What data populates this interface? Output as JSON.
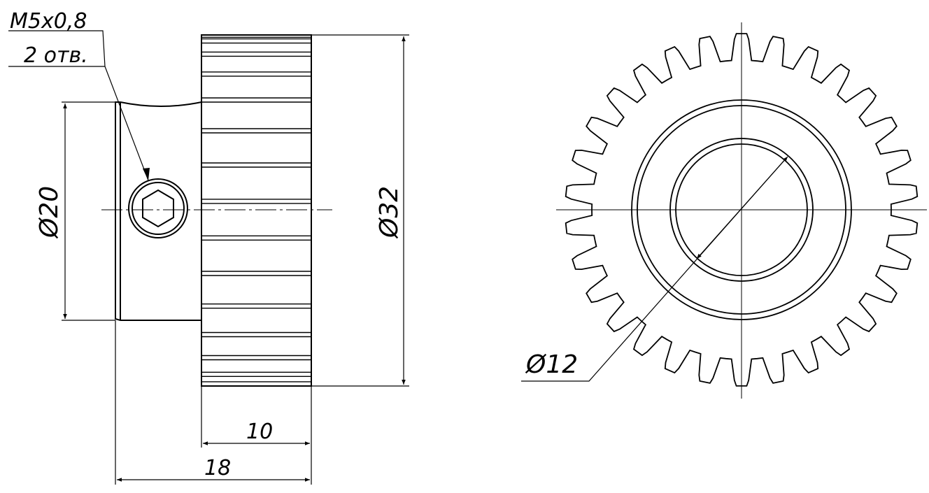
{
  "colors": {
    "stroke": "#000000",
    "background": "#ffffff"
  },
  "annotations": {
    "thread_label": "M5x0,8",
    "holes_label": "2 отв.",
    "hub_diameter": "Ø20",
    "gear_outer_diameter": "Ø32",
    "gear_width": "10",
    "overall_length": "18",
    "bore_diameter": "Ø12"
  },
  "gear": {
    "teeth": 30
  }
}
